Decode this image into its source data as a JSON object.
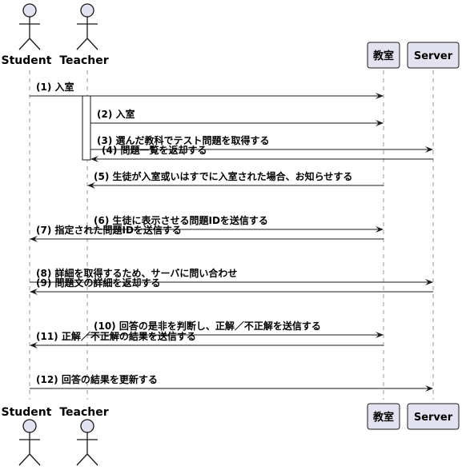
{
  "participants": {
    "student": "Student",
    "teacher": "Teacher",
    "classroom": "教室",
    "server": "Server"
  },
  "messages": [
    {
      "label": "(1) 入室",
      "from": "student",
      "to": "classroom"
    },
    {
      "label": "(2) 入室",
      "from": "teacher",
      "to": "classroom"
    },
    {
      "label": "(3) 選んだ教科でテスト問題を取得する",
      "from": "teacher",
      "to": "server"
    },
    {
      "label": "(4) 問題一覧を返却する",
      "from": "server",
      "to": "teacher"
    },
    {
      "label": "(5) 生徒が入室或いはすでに入室された場合、お知らせする",
      "from": "classroom",
      "to": "teacher"
    },
    {
      "label": "(6) 生徒に表示させる問題IDを送信する",
      "from": "teacher",
      "to": "classroom"
    },
    {
      "label": "(7) 指定された問題IDを送信する",
      "from": "classroom",
      "to": "student"
    },
    {
      "label": "(8) 詳細を取得するため、サーバに問い合わせ",
      "from": "student",
      "to": "server"
    },
    {
      "label": "(9) 問題文の詳細を返却する",
      "from": "server",
      "to": "student"
    },
    {
      "label": "(10) 回答の是非を判断し、正解／不正解を送信する",
      "from": "teacher",
      "to": "classroom"
    },
    {
      "label": "(11) 正解／不正解の結果を送信する",
      "from": "classroom",
      "to": "student"
    },
    {
      "label": "(12) 回答の結果を更新する",
      "from": "student",
      "to": "server"
    }
  ]
}
